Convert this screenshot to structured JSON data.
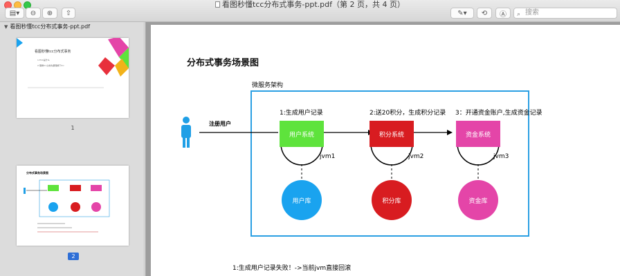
{
  "window": {
    "title": "看图秒懂tcc分布式事务-ppt.pdf（第 2 页，共 4 页）",
    "search_placeholder": "搜索"
  },
  "toolbar": {
    "zoom_out_icon": "zoom-out-icon",
    "zoom_in_icon": "zoom-in-icon"
  },
  "sidebar": {
    "file_name": "看图秒懂tcc分布式事务-ppt.pdf",
    "pages": [
      {
        "number": "1",
        "selected": false,
        "title": "看图秒懂tcc分布式事务",
        "lines": [
          "1.TCC是什么",
          "2.理解tcc之前先要理解下tcc"
        ]
      },
      {
        "number": "2",
        "selected": true,
        "title": "分布式事务场景图"
      }
    ]
  },
  "slide": {
    "title": "分布式事务场景图",
    "microservice_label": "微服务架构",
    "register_label": "注册用户",
    "steps": [
      "1:生成用户记录",
      "2:送20积分，生成积分记录",
      "3：开通资金账户,生成资金记录"
    ],
    "services": [
      {
        "name": "用户系统",
        "color": "#5ee33c"
      },
      {
        "name": "积分系统",
        "color": "#d81c20"
      },
      {
        "name": "资金系统",
        "color": "#e445a8"
      }
    ],
    "jvms": [
      "jvm1",
      "jvm2",
      "jvm3"
    ],
    "databases": [
      {
        "name": "用户库",
        "color": "#1aa3ef"
      },
      {
        "name": "积分库",
        "color": "#d81c20"
      },
      {
        "name": "资金库",
        "color": "#e445a8"
      }
    ],
    "footnote": "1:生成用户记录失败！->当前jvm直接回滚",
    "person_color": "#1f9fe6",
    "frame_color": "#2a9fe3"
  }
}
